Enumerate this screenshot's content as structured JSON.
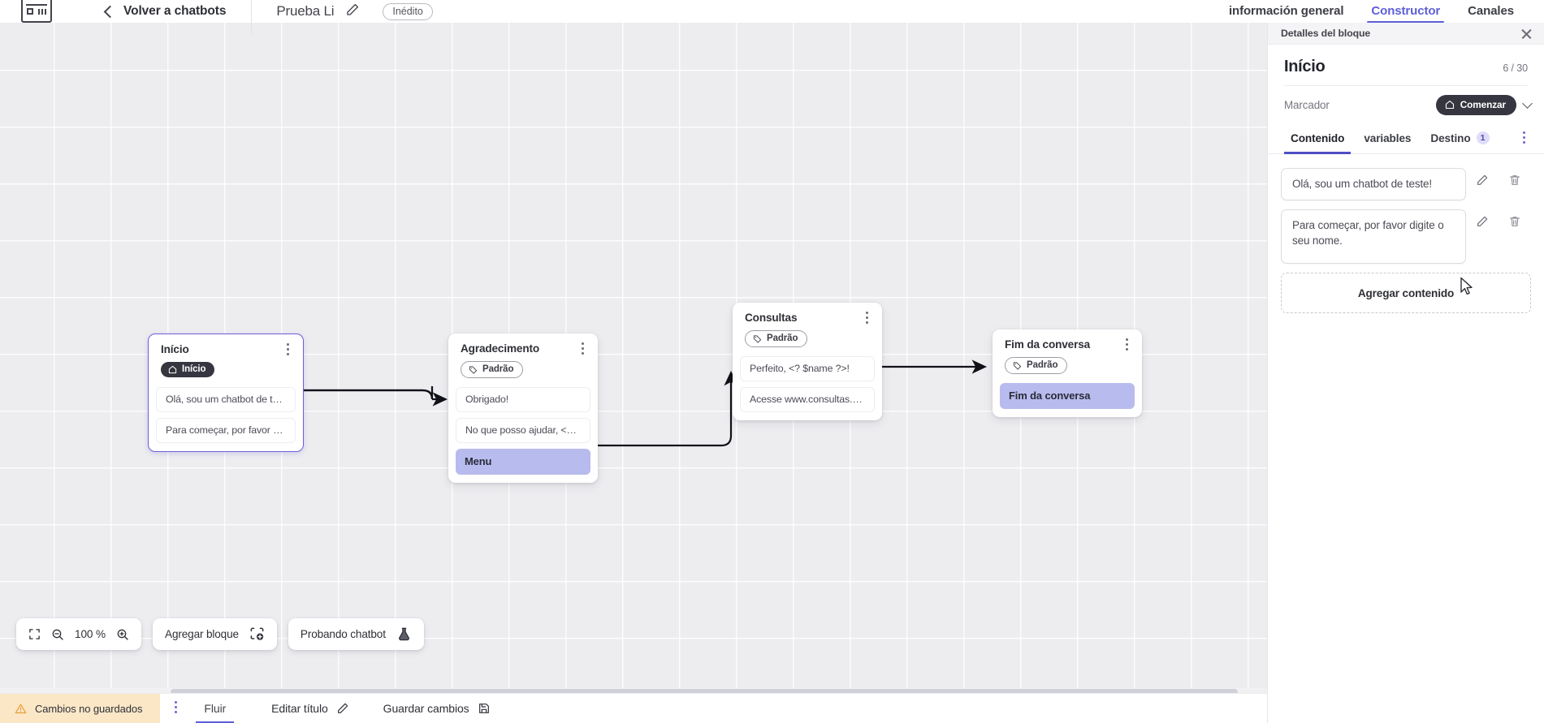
{
  "topbar": {
    "logo_name": "app-logo",
    "back_label": "Volver a chatbots",
    "doc_title": "Prueba Li",
    "status_badge": "Inédito",
    "tabs": [
      {
        "label": "información general",
        "active": false
      },
      {
        "label": "Constructor",
        "active": true
      },
      {
        "label": "Canales",
        "active": false
      }
    ]
  },
  "canvas": {
    "zoom_level": "100 %",
    "toolbar": {
      "fit_icon": "fit-screen-icon",
      "zoom_out_icon": "zoom-out-icon",
      "zoom_in_icon": "zoom-in-icon",
      "add_block_label": "Agregar bloque",
      "add_block_icon": "add-block-icon",
      "test_chatbot_label": "Probando chatbot",
      "test_chatbot_icon": "flask-icon"
    },
    "nodes": [
      {
        "id": "inicio",
        "title": "Início",
        "tag": "Início",
        "tag_type": "start",
        "tag_icon": "home-icon",
        "selected": true,
        "messages": [
          {
            "text": "Olá, sou um chatbot de teste!",
            "style": "plain"
          },
          {
            "text": "Para começar, por favor digite o ...",
            "style": "plain"
          }
        ]
      },
      {
        "id": "agradecimento",
        "title": "Agradecimento",
        "tag": "Padrão",
        "tag_type": "default",
        "tag_icon": "tag-icon",
        "selected": false,
        "messages": [
          {
            "text": "Obrigado!",
            "style": "plain"
          },
          {
            "text": "No que posso ajudar, <? $name ...",
            "style": "plain"
          },
          {
            "text": "Menu",
            "style": "accent"
          }
        ]
      },
      {
        "id": "consultas",
        "title": "Consultas",
        "tag": "Padrão",
        "tag_type": "default",
        "tag_icon": "tag-icon",
        "selected": false,
        "messages": [
          {
            "text": "Perfeito, <? $name ?>!",
            "style": "plain"
          },
          {
            "text": "Acesse www.consultas.com par...",
            "style": "plain"
          }
        ]
      },
      {
        "id": "fim",
        "title": "Fim da conversa",
        "tag": "Padrão",
        "tag_type": "default",
        "tag_icon": "tag-icon",
        "selected": false,
        "messages": [
          {
            "text": "Fim da conversa",
            "style": "accent"
          }
        ]
      }
    ]
  },
  "bottombar": {
    "unsaved_label": "Cambios no guardados",
    "unsaved_icon": "warning-icon",
    "kebab_icon": "more-vertical-icon",
    "flow_tab": "Fluir",
    "edit_title_label": "Editar título",
    "edit_title_icon": "pencil-icon",
    "save_label": "Guardar cambios",
    "save_icon": "save-icon"
  },
  "panel": {
    "header_title": "Detalles del bloque",
    "close_icon": "close-icon",
    "block_title": "Início",
    "count": "6 / 30",
    "marker_label": "Marcador",
    "marker_value": "Comenzar",
    "marker_icon": "home-icon",
    "marker_chevron": "chevron-down-icon",
    "tabs": [
      {
        "label": "Contenido",
        "active": true,
        "badge": ""
      },
      {
        "label": "variables",
        "active": false,
        "badge": ""
      },
      {
        "label": "Destino",
        "active": false,
        "badge": "1"
      }
    ],
    "tabs_kebab_icon": "more-vertical-icon",
    "contents": [
      {
        "text": "Olá, sou um chatbot de teste!",
        "edit_icon": "pencil-icon",
        "delete_icon": "trash-icon"
      },
      {
        "text": "Para começar, por favor digite o seu nome.",
        "edit_icon": "pencil-icon",
        "delete_icon": "trash-icon"
      }
    ],
    "add_content_label": "Agregar contenido"
  },
  "colors": {
    "accent": "#5d5fd6",
    "canvas_bg": "#ededf0",
    "node_accent": "#b8bbee",
    "warning_bg": "#fbe7c6",
    "dark_chip": "#35363f"
  }
}
